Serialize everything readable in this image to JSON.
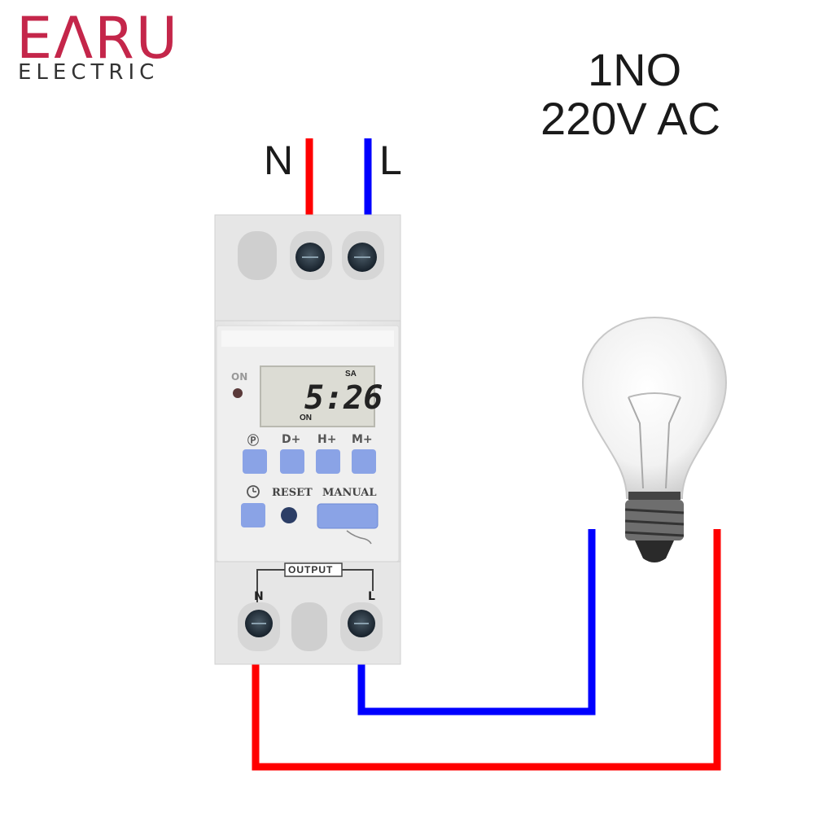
{
  "brand": {
    "name": "EΛRU",
    "tagline": "ELECTRIC",
    "color": "#c4264a"
  },
  "spec": {
    "contact": "1NO",
    "voltage": "220V AC"
  },
  "input_terminals": {
    "neutral": "N",
    "live": "L"
  },
  "device": {
    "indicator_label": "ON",
    "display": {
      "time": "5:26",
      "day": "SA",
      "state": "ON"
    },
    "buttons": {
      "program": "Ⓟ",
      "day_plus": "D+",
      "hour_plus": "H+",
      "minute_plus": "M+",
      "clock": "clock-icon",
      "reset": "RESET",
      "manual": "MANUAL"
    },
    "output_label": "OUTPUT",
    "output_terminals": {
      "neutral": "N",
      "live": "L"
    }
  },
  "wire_colors": {
    "neutral": "#ff0000",
    "live": "#0000ff"
  },
  "load": {
    "icon": "light-bulb-icon"
  }
}
